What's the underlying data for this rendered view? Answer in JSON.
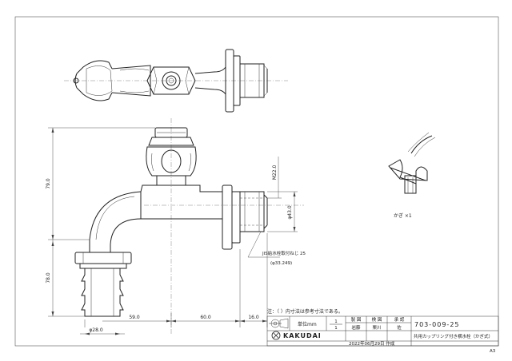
{
  "top_view": {},
  "side_view": {
    "dim_total_height": "79.0",
    "dim_lower_height": "78.0",
    "dim_thread_top": "M22.0",
    "dim_body_dia": "φ43.0",
    "dim_hose_dia": "φ28.0",
    "dim_horizontal_a": "59.0",
    "dim_horizontal_b": "60.0",
    "dim_horizontal_c": "16.0",
    "thread_note": "JIS給水栓取付ねじ 25",
    "thread_note_sub": "(φ33.249)"
  },
  "key_view": {
    "caption": "かぎ ×1"
  },
  "notes": {
    "reference": "注：（ ）内寸法は参考寸法である。"
  },
  "title_block": {
    "unit_label": "単位mm",
    "scale_num": "1",
    "scale_den": "1",
    "col_headers": [
      "製 図",
      "検 図",
      "承 認"
    ],
    "row_labels": [
      "岩藤",
      "栗川",
      "佐"
    ],
    "drawing_number": "703-009-25",
    "product_name": "共用カップリング付き横水栓（かぎ式）",
    "company": "KAKUDAI",
    "date": "2022年06月29日 作成",
    "sheet_size": "A3"
  }
}
